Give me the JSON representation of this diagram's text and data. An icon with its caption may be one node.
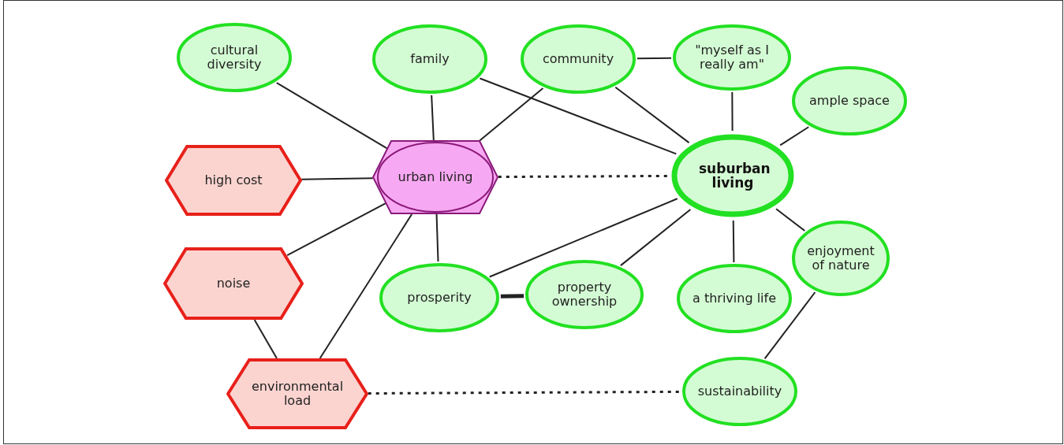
{
  "diagram": {
    "nodes": [
      {
        "text": [
          "cultural diversity"
        ]
      },
      {
        "text": [
          "family"
        ]
      },
      {
        "text": [
          "community"
        ]
      },
      {
        "text": [
          "\"myself as I really am\""
        ]
      },
      {
        "text": [
          "ample space"
        ]
      },
      {
        "text": [
          "high cost"
        ]
      },
      {
        "text": [
          "urban living"
        ]
      },
      {
        "text": [
          "suburban living"
        ]
      },
      {
        "text": [
          "noise"
        ]
      },
      {
        "text": [
          "prosperity"
        ]
      },
      {
        "text": [
          "property ownership"
        ]
      },
      {
        "text": [
          "a thriving life"
        ]
      },
      {
        "text": [
          "enjoyment of nature"
        ]
      },
      {
        "text": [
          "environmental load"
        ]
      },
      {
        "text": [
          "sustainability"
        ]
      }
    ],
    "edges": [
      {
        "from": 0,
        "to": 6,
        "arrow": "none"
      },
      {
        "from": 1,
        "to": 6,
        "arrow": "none"
      },
      {
        "from": 2,
        "to": 6,
        "arrow": "none"
      },
      {
        "from": 1,
        "to": 7,
        "arrow": "none"
      },
      {
        "from": 2,
        "to": 3,
        "arrow": "none"
      },
      {
        "from": 2,
        "to": 7,
        "arrow": "none"
      },
      {
        "from": 3,
        "to": 7,
        "arrow": "none"
      },
      {
        "from": 4,
        "to": 7,
        "arrow": "none"
      },
      {
        "from": 5,
        "to": 6,
        "arrow": "none"
      },
      {
        "from": 6,
        "to": 7,
        "arrow": "none",
        "style": "dashed"
      },
      {
        "from": 8,
        "to": 6,
        "arrow": "none"
      },
      {
        "from": 6,
        "to": 9,
        "arrow": "none"
      },
      {
        "from": 13,
        "to": 6,
        "arrow": "none"
      },
      {
        "from": 7,
        "to": 9,
        "arrow": "none"
      },
      {
        "from": 7,
        "to": 10,
        "arrow": "none"
      },
      {
        "from": 7,
        "to": 11,
        "arrow": "none"
      },
      {
        "from": 7,
        "to": 12,
        "arrow": "none"
      },
      {
        "from": 9,
        "to": 10,
        "arrow": "none",
        "style": "thick"
      },
      {
        "from": 8,
        "to": 13,
        "arrow": "none"
      },
      {
        "from": 12,
        "to": 14,
        "arrow": "none"
      },
      {
        "from": 13,
        "to": 14,
        "arrow": "none",
        "style": "dashed"
      }
    ]
  }
}
